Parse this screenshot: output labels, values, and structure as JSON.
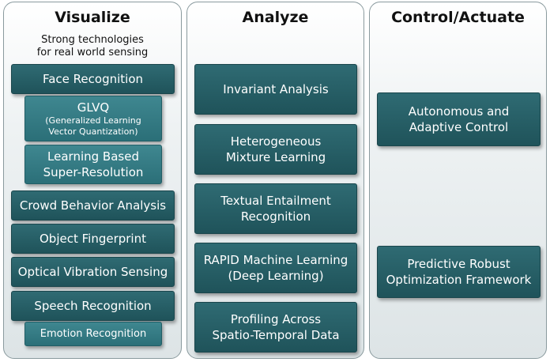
{
  "columns": [
    {
      "title": "Visualize",
      "subtitle": [
        "Strong technologies",
        "for real world sensing"
      ],
      "items": [
        {
          "label": "Face Recognition"
        },
        {
          "label": "GLVQ",
          "sub": [
            "(Generalized Learning",
            "Vector Quantization)"
          ]
        },
        {
          "label": "Learning Based",
          "label2": "Super-Resolution"
        },
        {
          "label": "Crowd Behavior Analysis"
        },
        {
          "label": "Object Fingerprint"
        },
        {
          "label": "Optical Vibration Sensing"
        },
        {
          "label": "Speech Recognition"
        },
        {
          "label": "Emotion Recognition"
        }
      ]
    },
    {
      "title": "Analyze",
      "items": [
        {
          "label": "Invariant Analysis"
        },
        {
          "label": "Heterogeneous",
          "label2": "Mixture Learning"
        },
        {
          "label": "Textual Entailment",
          "label2": "Recognition"
        },
        {
          "label": "RAPID Machine Learning",
          "label2": "(Deep Learning)"
        },
        {
          "label": "Profiling Across",
          "label2": "Spatio-Temporal Data"
        }
      ]
    },
    {
      "title": "Control/Actuate",
      "items": [
        {
          "label": "Autonomous and",
          "label2": "Adaptive Control"
        },
        {
          "label": "Predictive Robust",
          "label2": "Optimization Framework"
        }
      ]
    }
  ],
  "colors": {
    "box_dark": "#245d64",
    "box_light": "#33777f",
    "panel_border": "#8a9a9e"
  }
}
